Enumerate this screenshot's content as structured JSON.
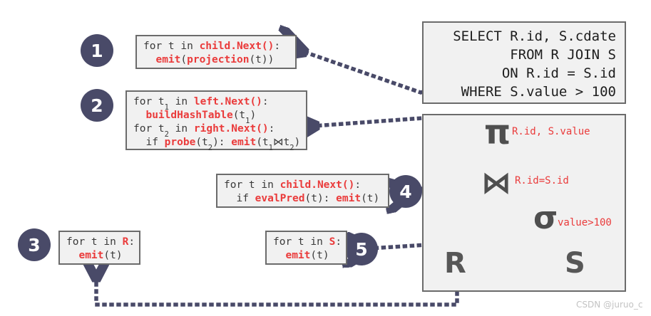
{
  "diagram": {
    "title": "Query plan to iterator code mapping",
    "watermark": "CSDN @juruo_c",
    "colors": {
      "accent_red": "#ea3b3b",
      "badge_navy": "#494a68",
      "box_fill": "#f1f1f1",
      "box_border": "#6b6b6b",
      "operator_gray": "#4f4f4f"
    }
  },
  "sql": {
    "name": "sql-query",
    "lines": [
      {
        "kw": "SELECT",
        "rest": " R.id, S.cdate"
      },
      {
        "kw": "FROM",
        "rest": " R JOIN S"
      },
      {
        "kw": "ON",
        "rest": " R.id = S.id"
      },
      {
        "kw": "WHERE",
        "rest": " S.value > 100"
      }
    ],
    "full_text": "SELECT R.id, S.cdate\n  FROM R JOIN S\n    ON R.id = S.id\n WHERE S.value > 100"
  },
  "badges": [
    {
      "id": "badge-1",
      "label": "1"
    },
    {
      "id": "badge-2",
      "label": "2"
    },
    {
      "id": "badge-3",
      "label": "3"
    },
    {
      "id": "badge-4",
      "label": "4"
    },
    {
      "id": "badge-5",
      "label": "5"
    }
  ],
  "code_boxes": [
    {
      "id": "code-projection",
      "badge": "1",
      "operator": "projection",
      "line1_plain": "for t in ",
      "line1_red": "child.Next()",
      "line1_tail": ":",
      "line2_indent": "  ",
      "line2_red": "emit",
      "line2_mid": "(",
      "line2_red2": "projection",
      "line2_tail": "(t))"
    },
    {
      "id": "code-hashjoin",
      "badge": "2",
      "operator": "hash join",
      "l1": {
        "a": "for t",
        "sub": "1",
        "b": " in ",
        "red": "left.Next()",
        "tail": ":"
      },
      "l2": {
        "a": "  ",
        "red": "buildHashTable",
        "b": "(t",
        "sub": "1",
        "tail": ")"
      },
      "l3": {
        "a": "for t",
        "sub": "2",
        "b": " in ",
        "red": "right.Next()",
        "tail": ":"
      },
      "l4": {
        "a": "  if ",
        "red": "probe",
        "b": "(t",
        "sub": "2",
        "c": "): ",
        "red2": "emit",
        "d": "(t",
        "sub2": "1",
        "bowtie": "⋈",
        "e": "t",
        "sub3": "2",
        "tail": ")"
      }
    },
    {
      "id": "code-filter",
      "badge": "4",
      "operator": "filter",
      "line1_plain": "for t in ",
      "line1_red": "child.Next()",
      "line1_tail": ":",
      "line2_indent": "  if ",
      "line2_red": "evalPred",
      "line2_mid": "(t): ",
      "line2_red2": "emit",
      "line2_tail": "(t)"
    },
    {
      "id": "code-scan-r",
      "badge": "3",
      "operator": "scan R",
      "line1_plain": "for t in ",
      "line1_red": "R",
      "line1_tail": ":",
      "line2_indent": "  ",
      "line2_red": "emit",
      "line2_tail": "(t)"
    },
    {
      "id": "code-scan-s",
      "badge": "5",
      "operator": "scan S",
      "line1_plain": "for t in ",
      "line1_red": "S",
      "line1_tail": ":",
      "line2_indent": "  ",
      "line2_red": "emit",
      "line2_tail": "(t)"
    }
  ],
  "plan": {
    "name": "query-plan-tree",
    "nodes": [
      {
        "id": "plan-node-projection",
        "symbol": "π",
        "label": "R.id, S.value"
      },
      {
        "id": "plan-node-join",
        "symbol": "⋈",
        "label": "R.id=S.id"
      },
      {
        "id": "plan-node-select",
        "symbol": "σ",
        "label": "value>100"
      },
      {
        "id": "plan-node-r",
        "symbol": "R",
        "label": ""
      },
      {
        "id": "plan-node-s",
        "symbol": "S",
        "label": ""
      }
    ],
    "edges": [
      {
        "from": "R",
        "to": "join"
      },
      {
        "from": "S",
        "to": "select"
      },
      {
        "from": "select",
        "to": "join"
      },
      {
        "from": "join",
        "to": "projection"
      }
    ]
  },
  "mappings": [
    {
      "from": "sql-query",
      "to": "code-projection"
    },
    {
      "from": "plan-node-projection",
      "to": "code-hashjoin"
    },
    {
      "from": "plan-node-join",
      "to": "code-filter"
    },
    {
      "from": "plan-node-select",
      "to": "code-scan-s"
    },
    {
      "from": "plan-node-r",
      "to": "code-scan-r"
    }
  ]
}
